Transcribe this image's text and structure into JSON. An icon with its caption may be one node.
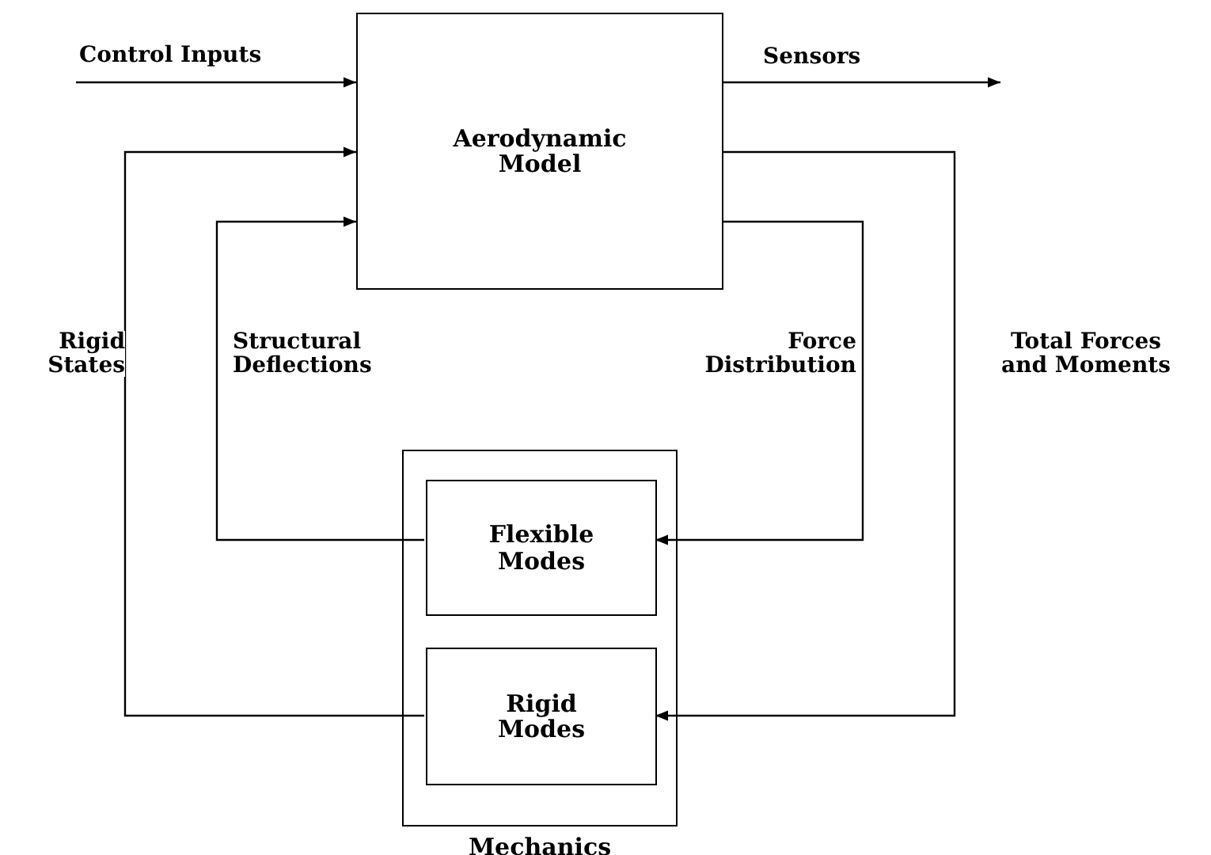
{
  "diagram": {
    "nodes": [
      {
        "text": [
          "Aerodynamic Model"
        ]
      },
      {
        "text": [
          "Mechanics"
        ]
      },
      {
        "text": [
          "Flexible Modes"
        ],
        "in": 1
      },
      {
        "text": [
          "Rigid Modes"
        ],
        "in": 1
      }
    ],
    "edges": [
      {
        "from": null,
        "to": 0,
        "arrow": "to",
        "label": "Control Inputs"
      },
      {
        "from": 0,
        "to": null,
        "arrow": "to",
        "label": "Sensors"
      },
      {
        "from": 3,
        "to": 0,
        "arrow": "to",
        "label": "Rigid States"
      },
      {
        "from": 2,
        "to": 0,
        "arrow": "to",
        "label": "Structural Deflections"
      },
      {
        "from": 0,
        "to": 2,
        "arrow": "to",
        "label": "Force Distribution"
      },
      {
        "from": 0,
        "to": 3,
        "arrow": "to",
        "label": "Total Forces and Moments"
      }
    ]
  }
}
